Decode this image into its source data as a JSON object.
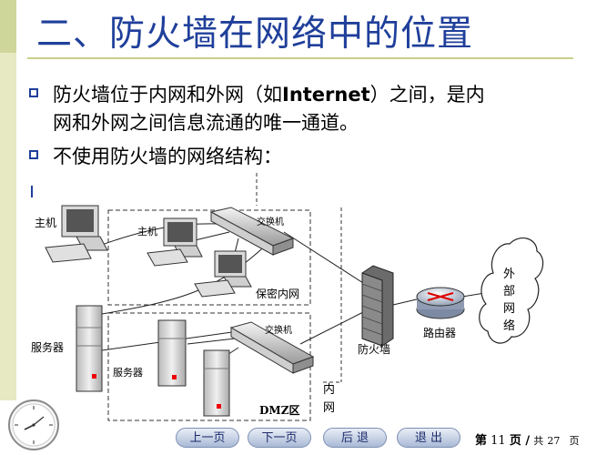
{
  "slide": {
    "title": "二、防火墙在网络中的位置",
    "bullets": [
      {
        "line1_pre": "防火墙位于内网和外网（如",
        "line1_bold": "Internet",
        "line1_post": "）之间，是内",
        "line2": "网和外网之间信息流通的唯一通道。"
      },
      {
        "line1_pre": "不使用防火墙的网络结构：",
        "line1_bold": "",
        "line1_post": "",
        "line2": ""
      }
    ]
  },
  "diagram": {
    "host_left": "主机",
    "host_inner": "主机",
    "switch_top": "交换机",
    "secure_net": "保密内网",
    "server_left": "服务器",
    "server_inner": "服务器",
    "switch_bottom": "交换机",
    "dmz": "DMZ区",
    "firewall": "防火墙",
    "router": "路由器",
    "inner_net": [
      "内",
      "网"
    ],
    "outer_net": [
      "外",
      "部",
      "网",
      "络"
    ]
  },
  "nav": {
    "first_page": "上一页",
    "next_page": "下一页",
    "back": "后  退",
    "exit": "退  出"
  },
  "page": {
    "label_prefix": "第",
    "current": "11",
    "label_mid": "页 /",
    "total_prefix": "共",
    "total": "27",
    "total_suffix": "页"
  },
  "colors": {
    "title": "#1f3f9a",
    "left_bar": "#e6e9c2",
    "accent": "#cfd69a"
  },
  "icons": [
    "clock-icon",
    "firewall-icon",
    "router-icon",
    "cloud-icon",
    "computer-icon",
    "server-icon",
    "switch-icon"
  ]
}
